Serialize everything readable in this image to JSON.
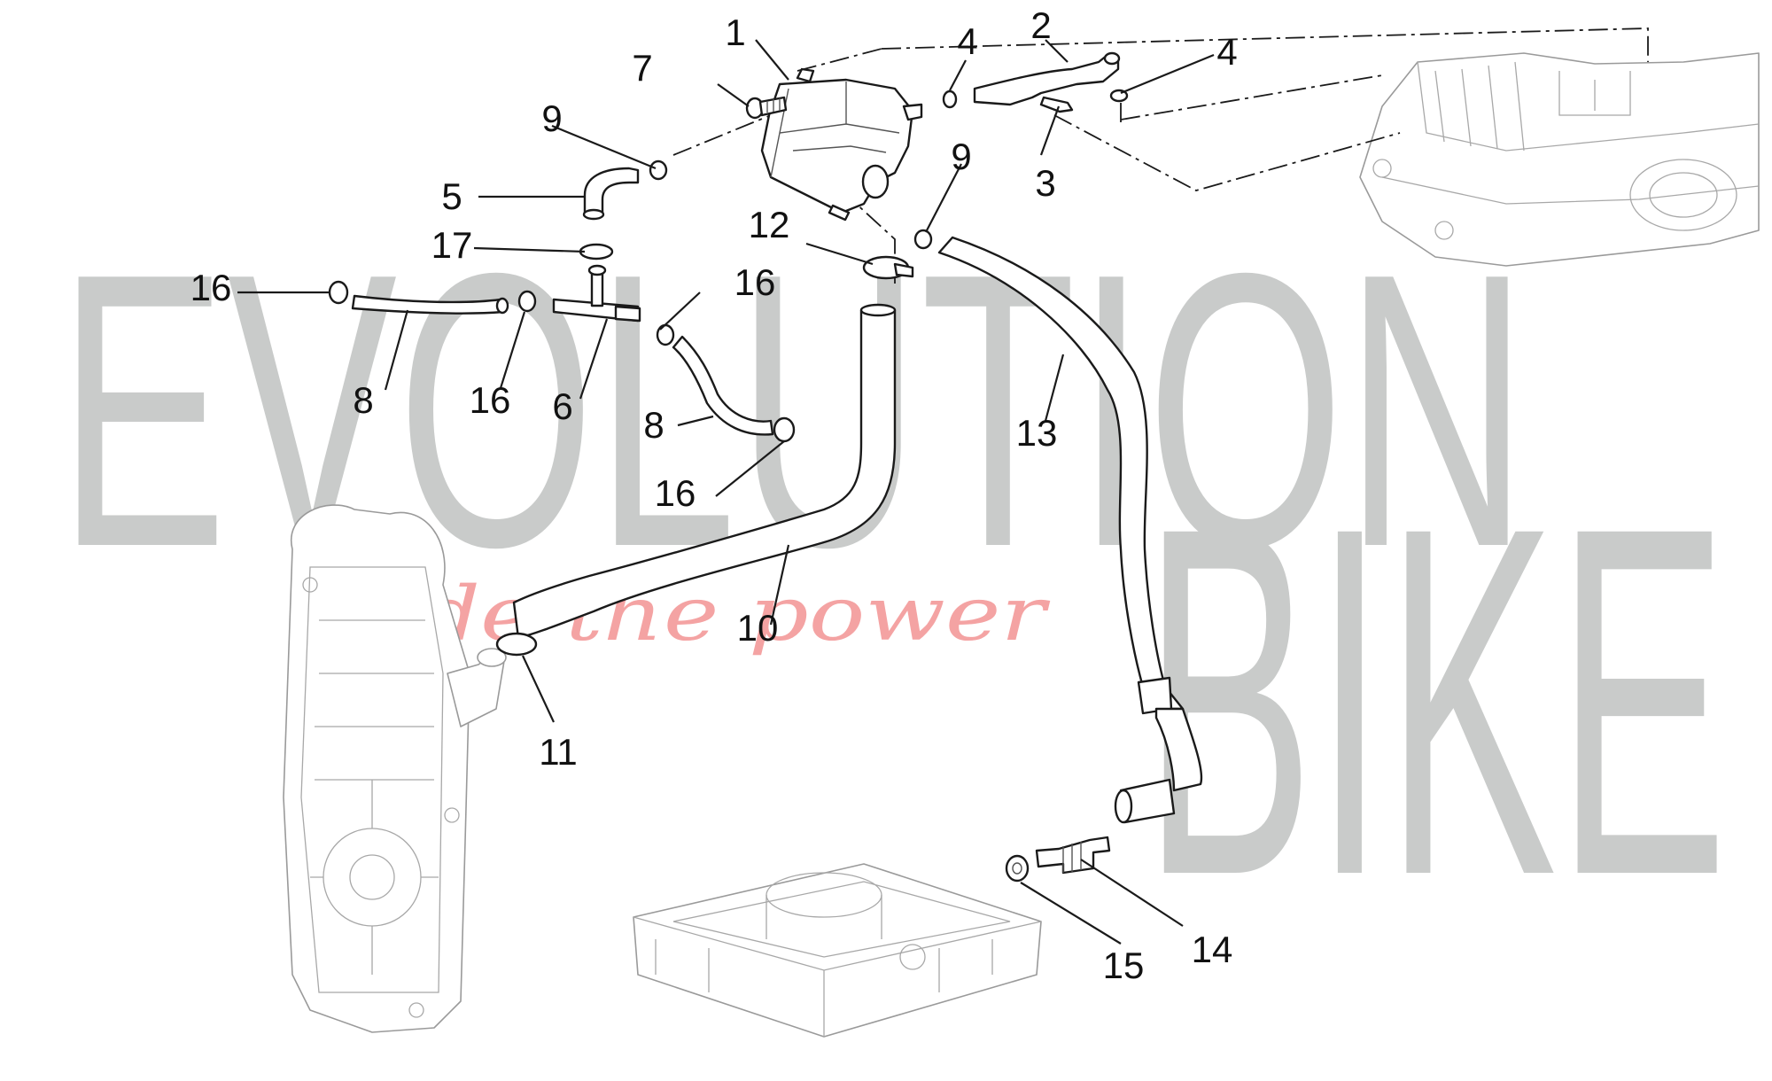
{
  "watermark": {
    "word_top": "EVOLUTION",
    "word_bottom": "BIKE",
    "tagline": "ride the power"
  },
  "colors": {
    "watermark": "#c9cbca",
    "tagline": "#f4a3a3",
    "line": "#1a1a1a"
  },
  "callouts": [
    "1",
    "2",
    "3",
    "4",
    "4",
    "5",
    "6",
    "7",
    "8",
    "8",
    "9",
    "9",
    "10",
    "11",
    "12",
    "13",
    "14",
    "15",
    "16",
    "16",
    "16",
    "16",
    "17"
  ]
}
